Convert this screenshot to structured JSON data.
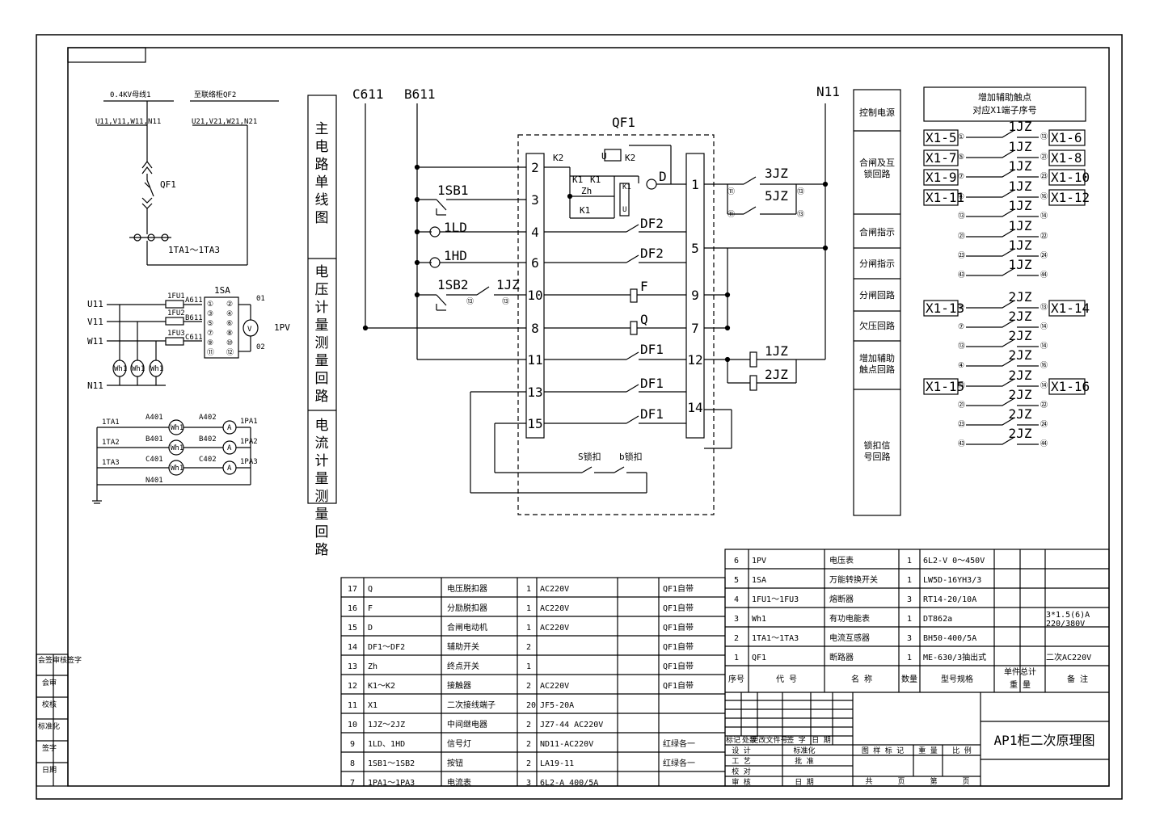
{
  "left_margin": [
    "会签审核签字",
    "会审",
    "校核",
    "标准化",
    "签字",
    "日期"
  ],
  "single_line": {
    "src_a": "0.4KV母线1",
    "src_b": "至联络柜QF2",
    "bus_a": "U11,V11,W11,N11",
    "bus_b": "U21,V21,W21,N21",
    "breaker": "QF1",
    "ct": "1TA1～1TA3"
  },
  "voltage_meter": {
    "phases": [
      "U11",
      "V11",
      "W11",
      "N11"
    ],
    "fuses": [
      "1FU1",
      "1FU2",
      "1FU3"
    ],
    "wires": [
      "A611",
      "B611",
      "C611"
    ],
    "switch": "1SA",
    "contacts": [
      "①",
      "③",
      "⑤",
      "⑦",
      "⑨",
      "⑪",
      "②",
      "④",
      "⑥",
      "⑧",
      "⑩",
      "⑫"
    ],
    "outputs": [
      "01",
      "02"
    ],
    "meter": "1PV",
    "kwh": "Wh1",
    "vm": "V"
  },
  "current_meter": {
    "cts": [
      "1TA1",
      "1TA2",
      "1TA3"
    ],
    "wires_in": [
      "A401",
      "B401",
      "C401",
      "N401"
    ],
    "wires_out": [
      "A402",
      "B402",
      "C402"
    ],
    "meters": [
      "1PA1",
      "1PA2",
      "1PA3"
    ],
    "kwh": "Wh1",
    "am": "A"
  },
  "section_labels": [
    "主电路单线图",
    "电压计量测量回路",
    "电流计量测量回路"
  ],
  "schematic": {
    "buses": [
      "C611",
      "B611",
      "N11"
    ],
    "breaker": "QF1",
    "left_terms": [
      "2",
      "3",
      "4",
      "6",
      "10",
      "8",
      "11",
      "13",
      "15"
    ],
    "right_terms": [
      "1",
      "5",
      "9",
      "7",
      "12",
      "14"
    ],
    "labels": {
      "sb1": "1SB1",
      "ld": "1LD",
      "hd": "1HD",
      "sb2": "1SB2",
      "jz_small": "1JZ",
      "k2": "K2",
      "u": "U",
      "k2b": "K2",
      "k1a": "K1",
      "k1b": "K1",
      "zh": "Zh",
      "k1c": "K1",
      "k1v": "K1",
      "u2": "U",
      "d": "D",
      "df2a": "DF2",
      "df2b": "DF2",
      "f": "F",
      "q": "Q",
      "df1a": "DF1",
      "df1b": "DF1",
      "df1c": "DF1",
      "jz3": "3JZ",
      "jz5": "5JZ",
      "jz1": "1JZ",
      "jz2": "2JZ",
      "s_lock": "S锁扣",
      "b_lock": "b锁扣",
      "c13": "⑬",
      "c14": "⑭",
      "c11": "⑪"
    }
  },
  "right_labels": [
    "控制电源",
    "合闸及互锁回路",
    "合闸指示",
    "分闸指示",
    "分闸回路",
    "欠压回路",
    "增加辅助触点回路",
    "锁扣信号回路"
  ],
  "aux": {
    "title_l1": "增加辅助触点",
    "title_l2": "对应X1端子序号",
    "rows": [
      {
        "l": "X1-5",
        "relay": "1JZ",
        "r": "X1-6",
        "cl": "①",
        "cr": "⑬"
      },
      {
        "l": "X1-7",
        "relay": "1JZ",
        "r": "X1-8",
        "cl": "⑤",
        "cr": "㉑"
      },
      {
        "l": "X1-9",
        "relay": "1JZ",
        "r": "X1-10",
        "cl": "⑦",
        "cr": "㉓"
      },
      {
        "l": "X1-11",
        "relay": "1JZ",
        "r": "X1-12",
        "cl": "④",
        "cr": "⑯"
      },
      {
        "l": "",
        "relay": "1JZ",
        "r": "",
        "cl": "⑬",
        "cr": "⑭"
      },
      {
        "l": "",
        "relay": "1JZ",
        "r": "",
        "cl": "㉑",
        "cr": "㉒"
      },
      {
        "l": "",
        "relay": "1JZ",
        "r": "",
        "cl": "㉓",
        "cr": "㉔"
      },
      {
        "l": "",
        "relay": "1JZ",
        "r": "",
        "cl": "㊸",
        "cr": "㊹"
      },
      {
        "l": "X1-13",
        "relay": "2JZ",
        "r": "X1-14",
        "cl": "①",
        "cr": "⑬"
      },
      {
        "l": "",
        "relay": "2JZ",
        "r": "",
        "cl": "⑦",
        "cr": "⑭"
      },
      {
        "l": "",
        "relay": "2JZ",
        "r": "",
        "cl": "⑬",
        "cr": "⑭"
      },
      {
        "l": "",
        "relay": "2JZ",
        "r": "",
        "cl": "④",
        "cr": "⑯"
      },
      {
        "l": "X1-15",
        "relay": "2JZ",
        "r": "X1-16",
        "cl": "⑬",
        "cr": "⑭"
      },
      {
        "l": "",
        "relay": "2JZ",
        "r": "",
        "cl": "㉑",
        "cr": "㉒"
      },
      {
        "l": "",
        "relay": "2JZ",
        "r": "",
        "cl": "㉓",
        "cr": "㉔"
      },
      {
        "l": "",
        "relay": "2JZ",
        "r": "",
        "cl": "㊸",
        "cr": "㊹"
      }
    ]
  },
  "bom_right": {
    "rows": [
      [
        "6",
        "1PV",
        "电压表",
        "1",
        "6L2-V 0～450V",
        "",
        ""
      ],
      [
        "5",
        "1SA",
        "万能转换开关",
        "1",
        "LW5D-16YH3/3",
        "",
        ""
      ],
      [
        "4",
        "1FU1～1FU3",
        "熔断器",
        "3",
        "RT14-20/10A",
        "",
        ""
      ],
      [
        "3",
        "Wh1",
        "有功电能表",
        "1",
        "DT862a",
        "3*1.5(6)A 220/380V",
        ""
      ],
      [
        "2",
        "1TA1～1TA3",
        "电流互感器",
        "3",
        "BH50-400/5A",
        "",
        ""
      ],
      [
        "1",
        "QF1",
        "断路器",
        "1",
        "ME-630/3抽出式",
        "二次AC220V",
        ""
      ]
    ],
    "header": [
      "序号",
      "代  号",
      "名  称",
      "数量",
      "型号规格",
      "单件总计",
      "重   量",
      "备  注"
    ]
  },
  "bom_left": {
    "rows": [
      [
        "17",
        "Q",
        "电压脱扣器",
        "1",
        "AC220V",
        "QF1自带"
      ],
      [
        "16",
        "F",
        "分励脱扣器",
        "1",
        "AC220V",
        "QF1自带"
      ],
      [
        "15",
        "D",
        "合闸电动机",
        "1",
        "AC220V",
        "QF1自带"
      ],
      [
        "14",
        "DF1～DF2",
        "辅助开关",
        "2",
        "",
        "QF1自带"
      ],
      [
        "13",
        "Zh",
        "终点开关",
        "1",
        "",
        "QF1自带"
      ],
      [
        "12",
        "K1～K2",
        "接触器",
        "2",
        "AC220V",
        "QF1自带"
      ],
      [
        "11",
        "X1",
        "二次接线端子",
        "20",
        "JF5-20A",
        ""
      ],
      [
        "10",
        "1JZ～2JZ",
        "中间继电器",
        "2",
        "JZ7-44 AC220V",
        ""
      ],
      [
        "9",
        "1LD、1HD",
        "信号灯",
        "2",
        "ND11-AC220V",
        "红绿各一"
      ],
      [
        "8",
        "1SB1～1SB2",
        "按钮",
        "2",
        "LA19-11",
        "红绿各一"
      ],
      [
        "7",
        "1PA1～1PA3",
        "电流表",
        "3",
        "6L2-A 400/5A",
        ""
      ]
    ]
  },
  "title_block": {
    "title": "AP1柜二次原理图",
    "h1": [
      "标记",
      "处数",
      "更改文件号",
      "签 字",
      "日 期"
    ],
    "left_rows": [
      [
        "设 计",
        "标准化"
      ],
      [
        "工 艺",
        "批 准"
      ],
      [
        "校 对",
        ""
      ],
      [
        "审 核",
        "日 期"
      ]
    ],
    "mid": [
      "图 样 标 记",
      "重 量",
      "比 例"
    ],
    "bottom": [
      "共",
      "页",
      "第",
      "页"
    ]
  }
}
